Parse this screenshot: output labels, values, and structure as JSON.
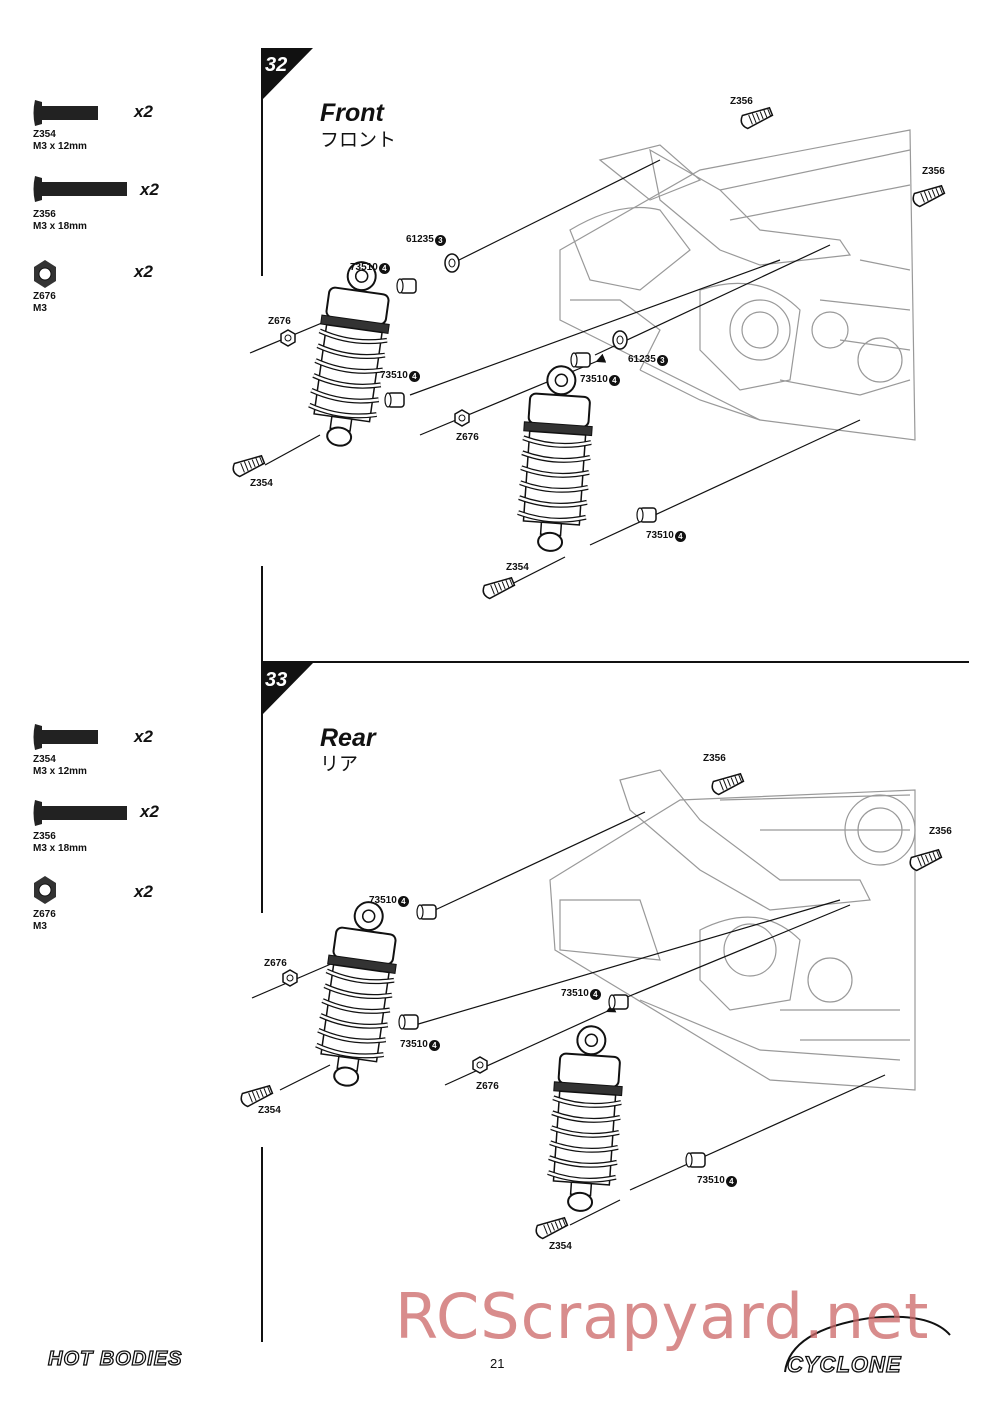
{
  "steps": [
    {
      "number": "32",
      "title": "Front",
      "subtitle": "フロント",
      "parts": [
        {
          "code": "Z354",
          "size": "M3 x 12mm",
          "qty": "x2",
          "icon": "short-screw-icon"
        },
        {
          "code": "Z356",
          "size": "M3 x 18mm",
          "qty": "x2",
          "icon": "long-screw-icon"
        },
        {
          "code": "Z676",
          "size": "M3",
          "qty": "x2",
          "icon": "nut-icon"
        }
      ],
      "labels": [
        {
          "code": "Z356",
          "badge": ""
        },
        {
          "code": "Z356",
          "badge": ""
        },
        {
          "code": "61235",
          "badge": "3"
        },
        {
          "code": "73510",
          "badge": "4"
        },
        {
          "code": "Z676",
          "badge": ""
        },
        {
          "code": "73510",
          "badge": "4"
        },
        {
          "code": "73510",
          "badge": "4"
        },
        {
          "code": "61235",
          "badge": "3"
        },
        {
          "code": "Z676",
          "badge": ""
        },
        {
          "code": "Z354",
          "badge": ""
        },
        {
          "code": "73510",
          "badge": "4"
        },
        {
          "code": "Z354",
          "badge": ""
        }
      ]
    },
    {
      "number": "33",
      "title": "Rear",
      "subtitle": "リア",
      "parts": [
        {
          "code": "Z354",
          "size": "M3 x 12mm",
          "qty": "x2",
          "icon": "short-screw-icon"
        },
        {
          "code": "Z356",
          "size": "M3 x 18mm",
          "qty": "x2",
          "icon": "long-screw-icon"
        },
        {
          "code": "Z676",
          "size": "M3",
          "qty": "x2",
          "icon": "nut-icon"
        }
      ],
      "labels": [
        {
          "code": "Z356",
          "badge": ""
        },
        {
          "code": "Z356",
          "badge": ""
        },
        {
          "code": "73510",
          "badge": "4"
        },
        {
          "code": "Z676",
          "badge": ""
        },
        {
          "code": "73510",
          "badge": "4"
        },
        {
          "code": "73510",
          "badge": "4"
        },
        {
          "code": "Z676",
          "badge": ""
        },
        {
          "code": "Z354",
          "badge": ""
        },
        {
          "code": "73510",
          "badge": "4"
        },
        {
          "code": "Z354",
          "badge": ""
        }
      ]
    }
  ],
  "footer": {
    "brand_left": "HOT BODIES",
    "page_number": "21",
    "brand_right": "CYCLONE",
    "watermark": "RCScrapyard.net"
  }
}
